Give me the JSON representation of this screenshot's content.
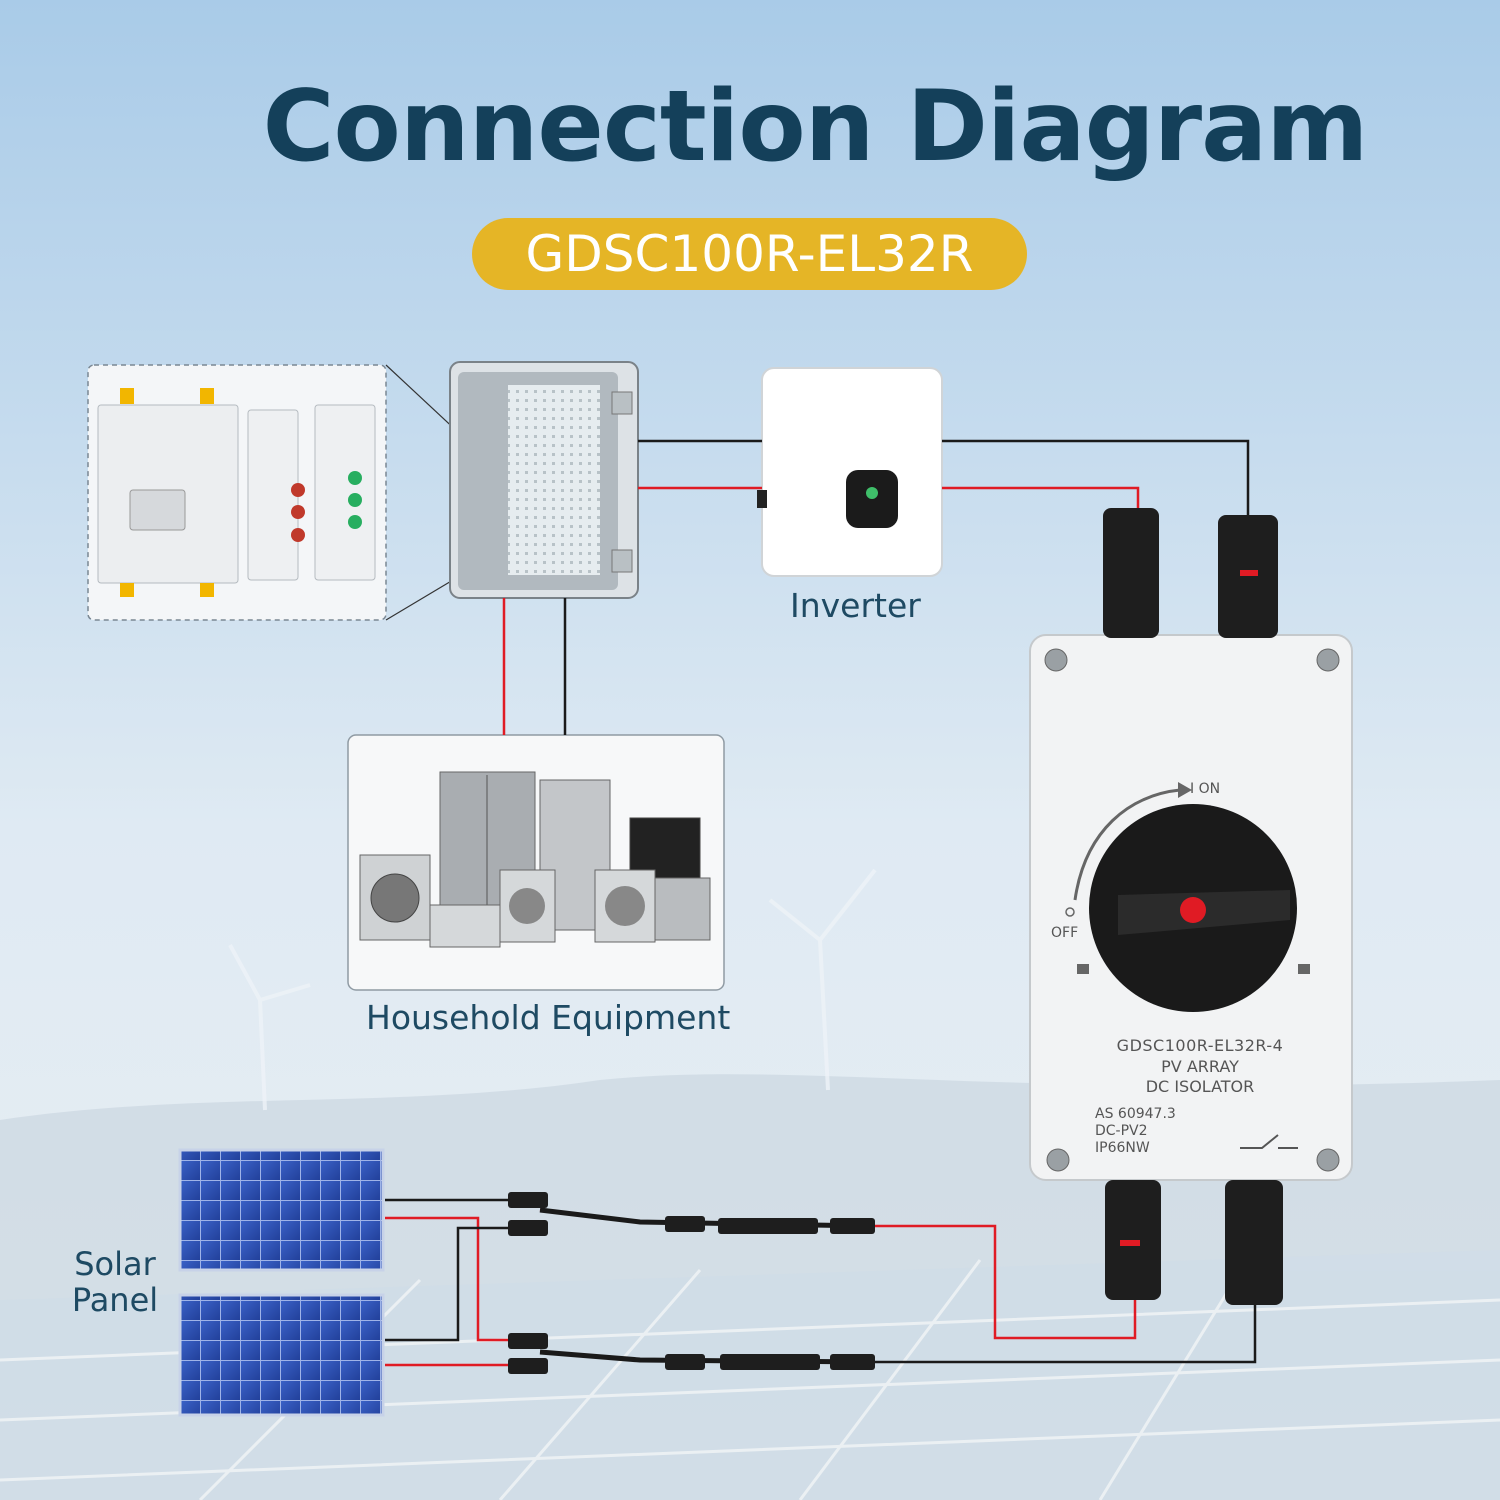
{
  "title": "Connection Diagram",
  "model_badge": "GDSC100R-EL32R",
  "labels": {
    "inverter": "Inverter",
    "household": "Household Equipment",
    "solar_line1": "Solar",
    "solar_line2": "Panel"
  },
  "isolator": {
    "model": "GDSC100R-EL32R-4",
    "line1": "PV ARRAY",
    "line2": "DC ISOLATOR",
    "spec1": "AS 60947.3",
    "spec2": "DC-PV2",
    "spec3": "IP66NW",
    "on_label": "I ON",
    "off_label": "OFF"
  },
  "colors": {
    "title": "#14405a",
    "badge": "#e5b526",
    "wire_red": "#e01b24",
    "wire_black": "#1a1a1a",
    "panel_blue": "#2c4fb0"
  }
}
